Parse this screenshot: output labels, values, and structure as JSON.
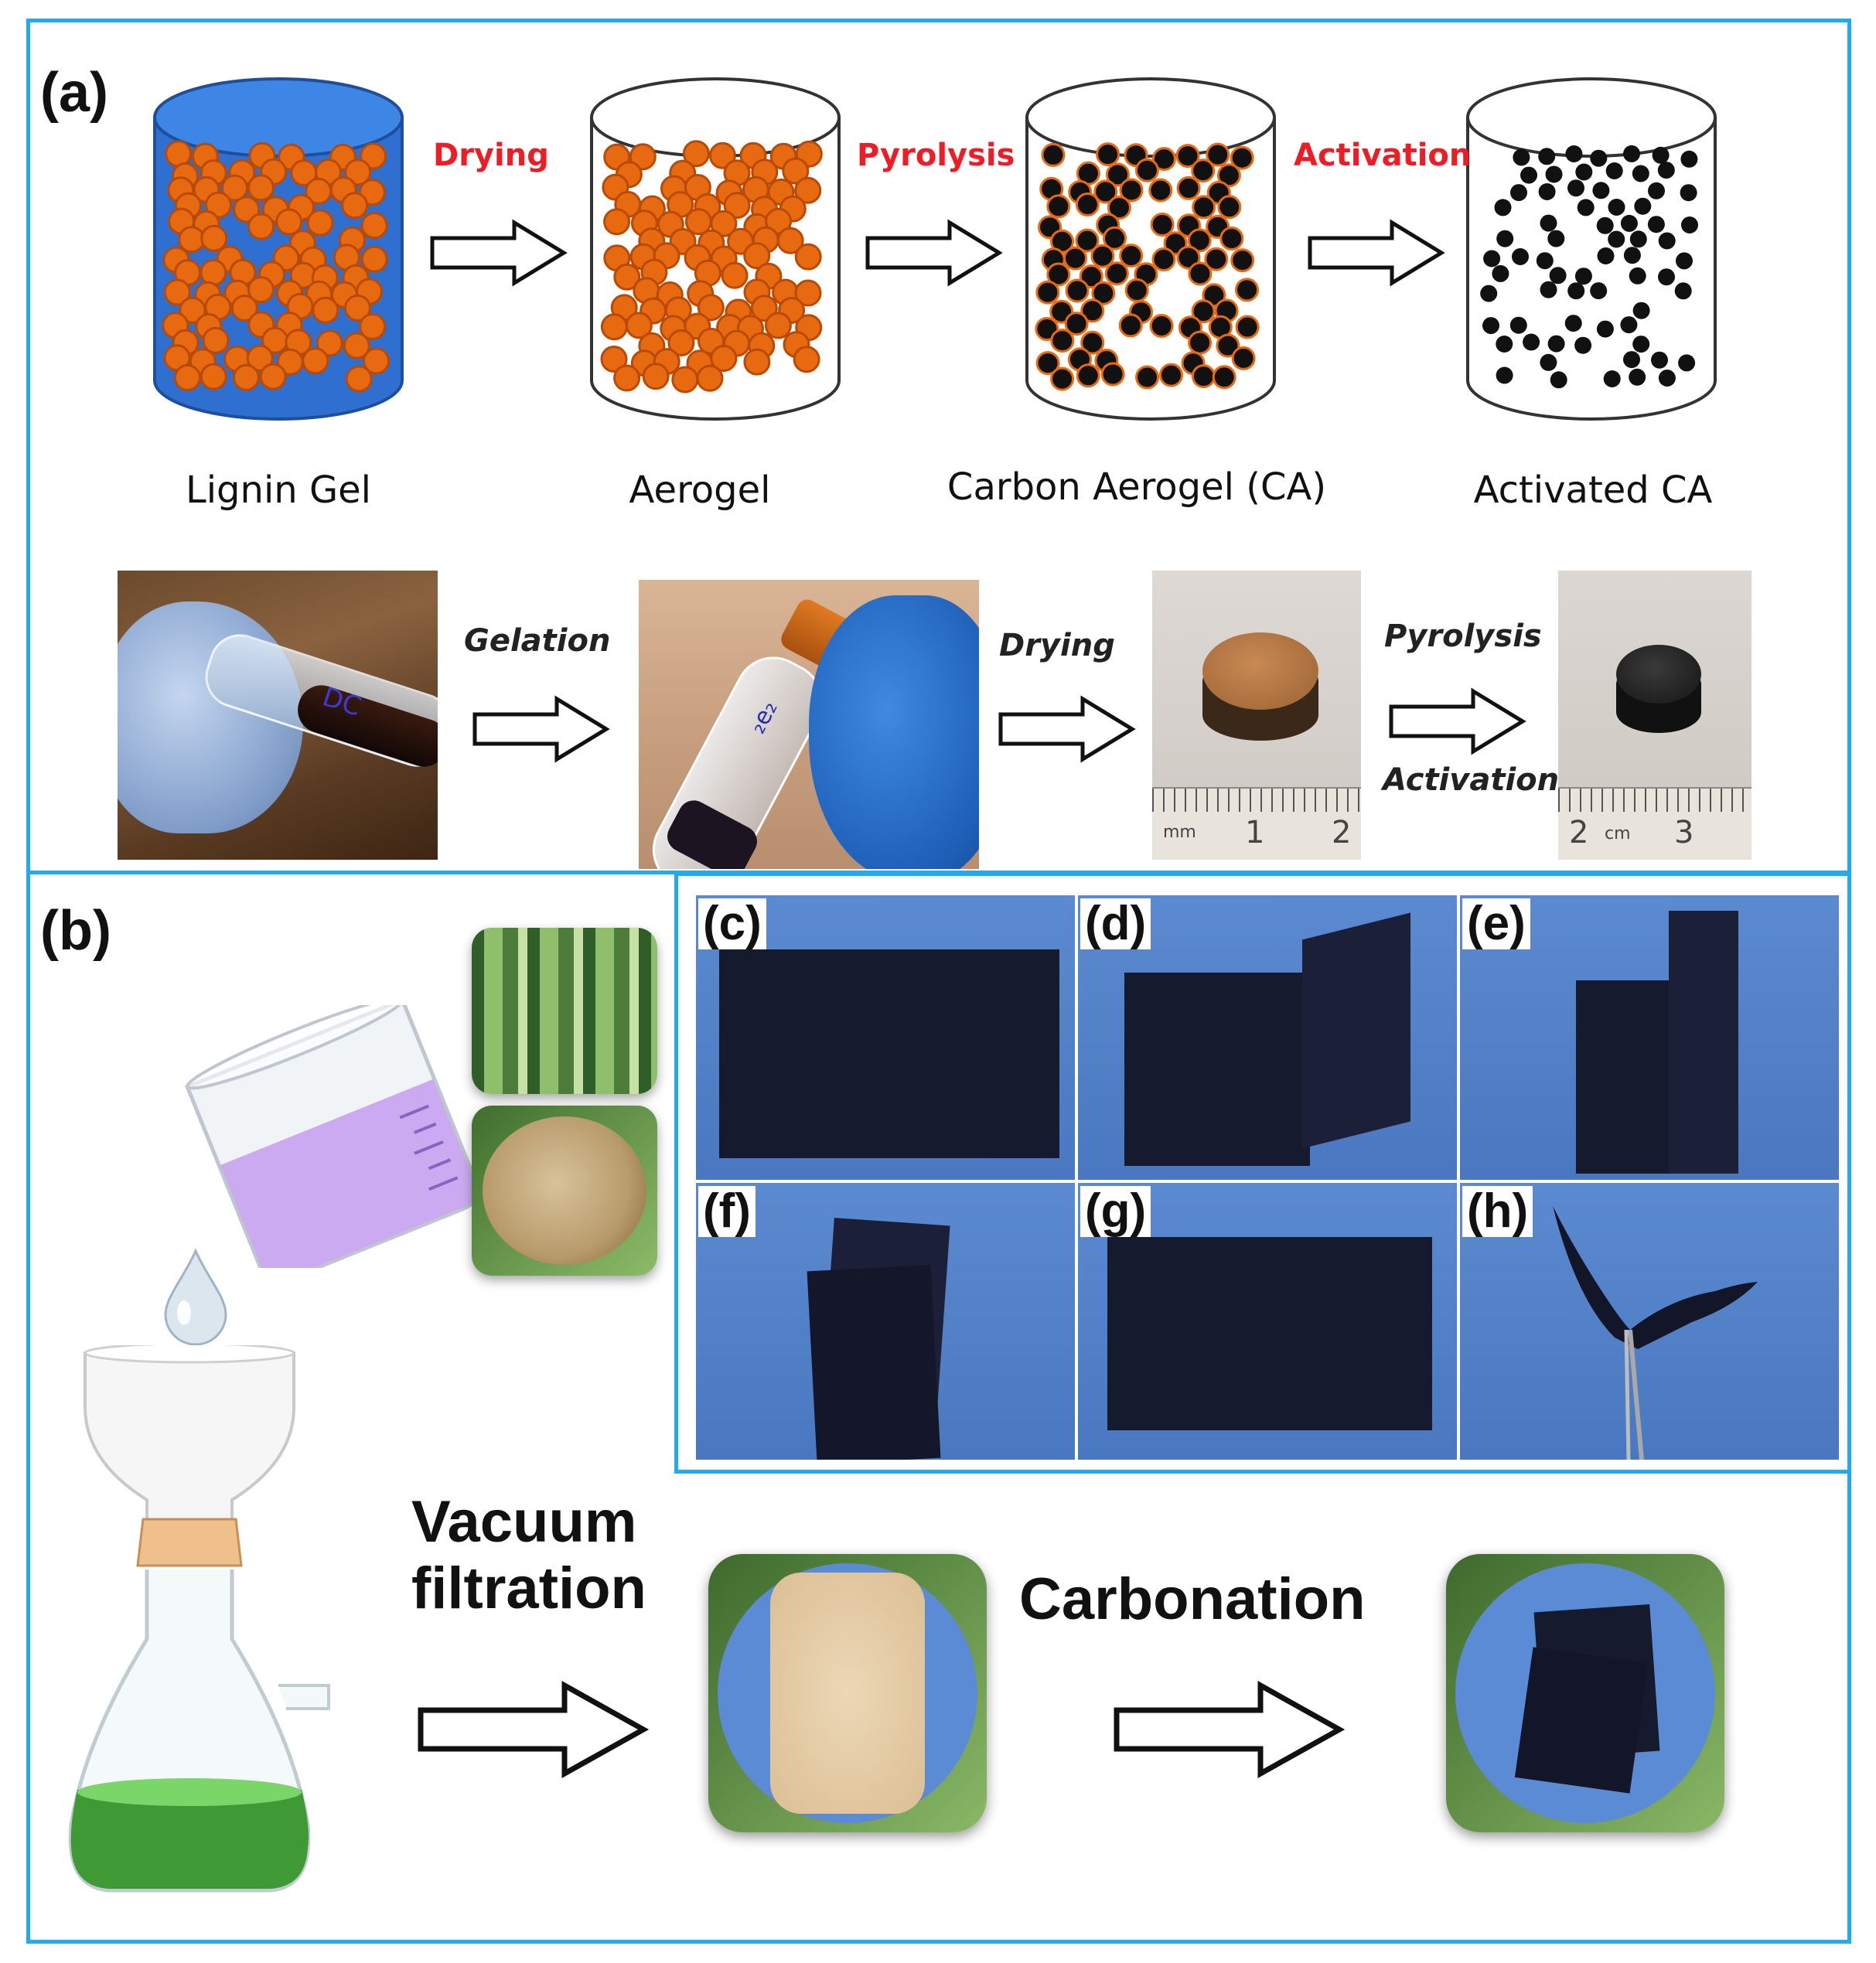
{
  "panels": {
    "a": {
      "label": "(a)",
      "stages": [
        "Lignin Gel",
        "Aerogel",
        "Carbon Aerogel (CA)",
        "Activated CA"
      ],
      "steps": [
        "Drying",
        "Pyrolysis",
        "Activation"
      ],
      "photo_steps": [
        "Gelation",
        "Drying",
        "Pyrolysis",
        "Activation"
      ],
      "ruler1": {
        "unit": "mm",
        "ticks": [
          "1",
          "2"
        ]
      },
      "ruler2": {
        "unit": "cm",
        "ticks": [
          "2",
          "3"
        ]
      },
      "vial_marks": [
        "DC",
        "₂e₂"
      ]
    },
    "b": {
      "label": "(b)",
      "step1": [
        "Vacuum",
        "filtration"
      ],
      "step2": "Carbonation"
    },
    "photos": [
      "(c)",
      "(d)",
      "(e)",
      "(f)",
      "(g)",
      "(h)"
    ]
  },
  "colors": {
    "frame": "#22aaee",
    "gel": "#2f6fd0",
    "particle_orange": "#e86a10",
    "particle_black": "#111111",
    "red_text": "#ee1c25",
    "sheet": "#15192e",
    "blue_bg": "#4a7cc4"
  }
}
